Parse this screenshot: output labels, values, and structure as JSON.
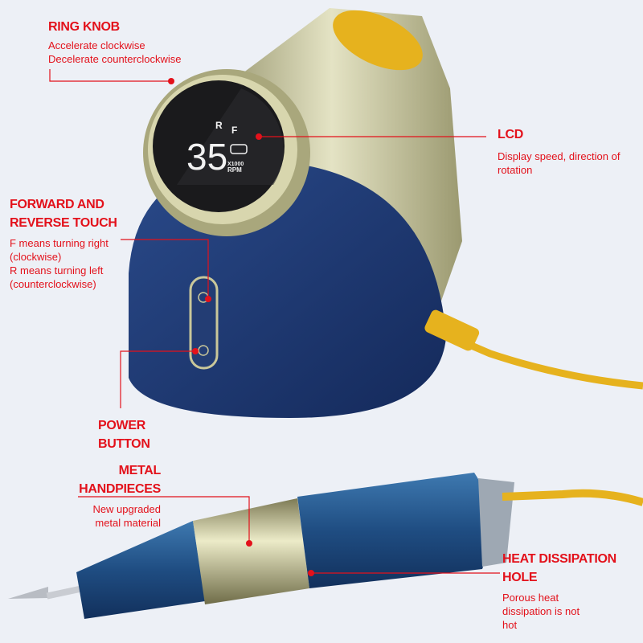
{
  "callouts": {
    "ring_knob": {
      "title": "RING KNOB",
      "lines": [
        "Accelerate clockwise",
        "Decelerate counterclockwise"
      ]
    },
    "lcd": {
      "title": "LCD",
      "lines": [
        "Display speed, direction of",
        "rotation"
      ]
    },
    "touch": {
      "title_lines": [
        "FORWARD AND",
        "REVERSE TOUCH"
      ],
      "lines": [
        "F means turning right",
        "(clockwise)",
        "R means turning left",
        "(counterclockwise)"
      ]
    },
    "power": {
      "title_lines": [
        "POWER",
        "BUTTON"
      ]
    },
    "handpiece": {
      "title_lines": [
        "METAL",
        "HANDPIECES"
      ],
      "lines": [
        "New upgraded",
        "metal material"
      ]
    },
    "heat": {
      "title_lines": [
        "HEAT DISSIPATION",
        "HOLE"
      ],
      "lines": [
        "Porous heat",
        "dissipation is not",
        "hot"
      ]
    }
  },
  "lcd_display": {
    "speed": "35",
    "dir_r": "R",
    "dir_f": "F",
    "unit_top": "X1000",
    "unit_bottom": "RPM"
  },
  "colors": {
    "accent": "#e3111b",
    "body_blue": "#1c3770",
    "gold": "#c9c79a",
    "cable": "#e6b21e"
  }
}
